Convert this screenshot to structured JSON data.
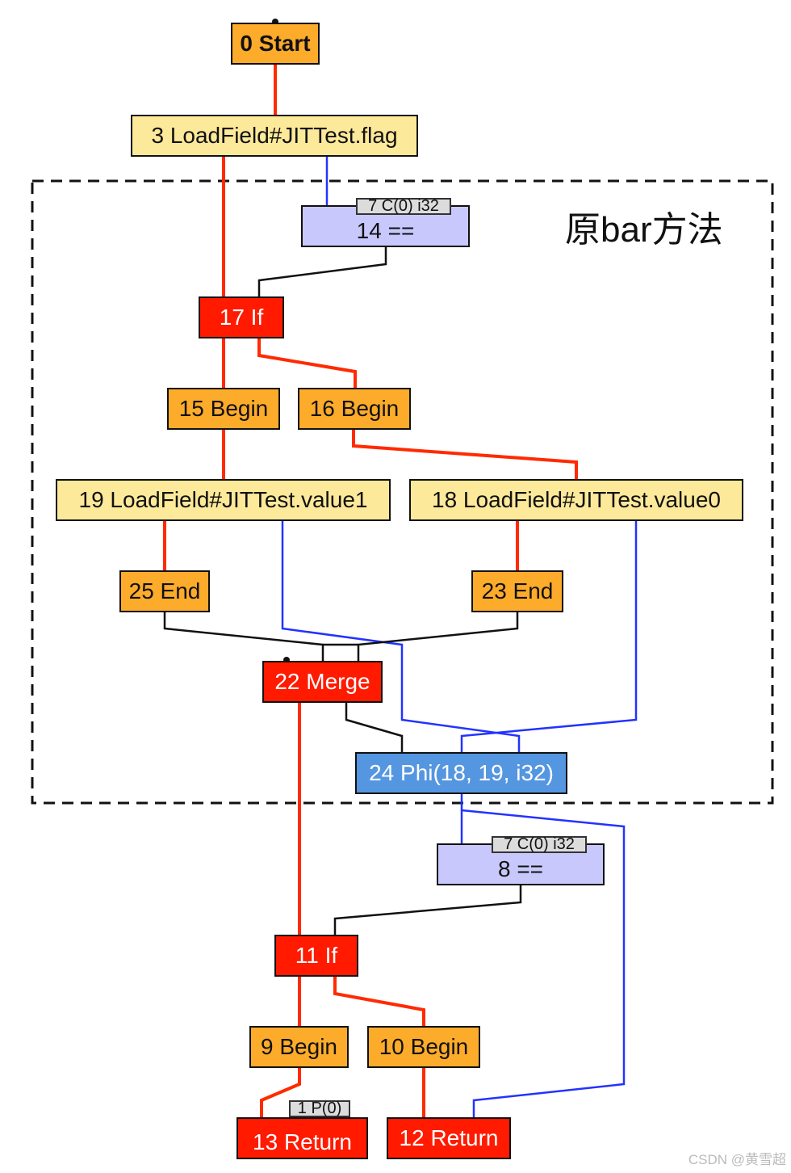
{
  "annotation": "原bar方法",
  "watermark": "CSDN @黄雪超",
  "colors": {
    "control": "#ff2a00",
    "data": "#2233ff",
    "other": "#111111",
    "start_end_begin": "#fdab2a",
    "load": "#fde99a",
    "if_return_merge": "#ff1a00",
    "compare": "#c8c8fc",
    "phi": "#5596e0"
  },
  "nodes": {
    "n0": "0 Start",
    "n3": "3 LoadField#JITTest.flag",
    "n14": "14 ==",
    "n14_tag": "7 C(0) i32",
    "n17": "17 If",
    "n15": "15 Begin",
    "n16": "16 Begin",
    "n19": "19 LoadField#JITTest.value1",
    "n18": "18 LoadField#JITTest.value0",
    "n25": "25 End",
    "n23": "23 End",
    "n22": "22 Merge",
    "n24": "24 Phi(18, 19, i32)",
    "n8": "8 ==",
    "n8_tag": "7 C(0) i32",
    "n11": "11 If",
    "n9": "9 Begin",
    "n10": "10 Begin",
    "n13": "13 Return",
    "n13_tag": "1 P(0)",
    "n12": "12 Return"
  }
}
